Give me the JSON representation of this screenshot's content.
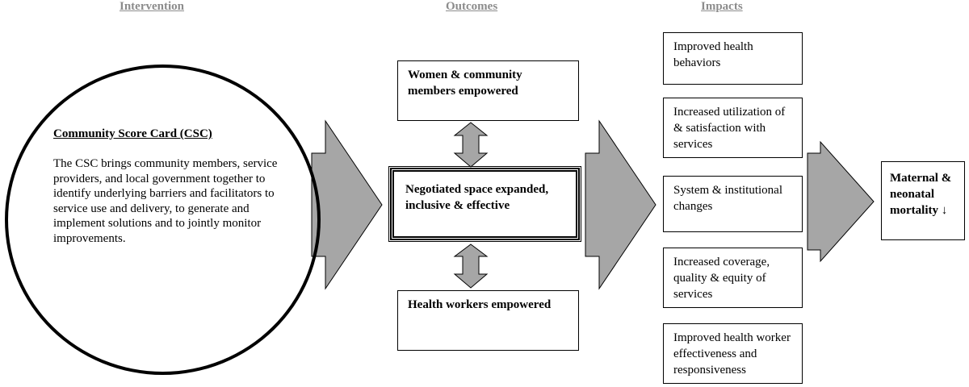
{
  "headers": {
    "intervention": "Intervention",
    "outcomes": "Outcomes",
    "impacts": "Impacts"
  },
  "intervention": {
    "title": "Community Score Card (CSC)",
    "description": "The CSC brings community members, service providers, and local government together to identify underlying barriers and facilitators to service use and delivery, to generate and implement solutions and to jointly monitor improvements."
  },
  "outcomes": {
    "top": "Women & community members empowered",
    "center": "Negotiated space expanded, inclusive & effective",
    "bottom": "Health workers empowered"
  },
  "impacts": [
    "Improved health behaviors",
    "Increased utilization of & satisfaction with services",
    "System & institutional changes",
    "Increased coverage, quality & equity of services",
    "Improved health worker effectiveness and responsiveness"
  ],
  "final_outcome": "Maternal & neonatal mortality ↓",
  "colors": {
    "arrow_fill": "#a6a6a6",
    "header_text": "#8c8c8c",
    "stroke": "#000000"
  }
}
